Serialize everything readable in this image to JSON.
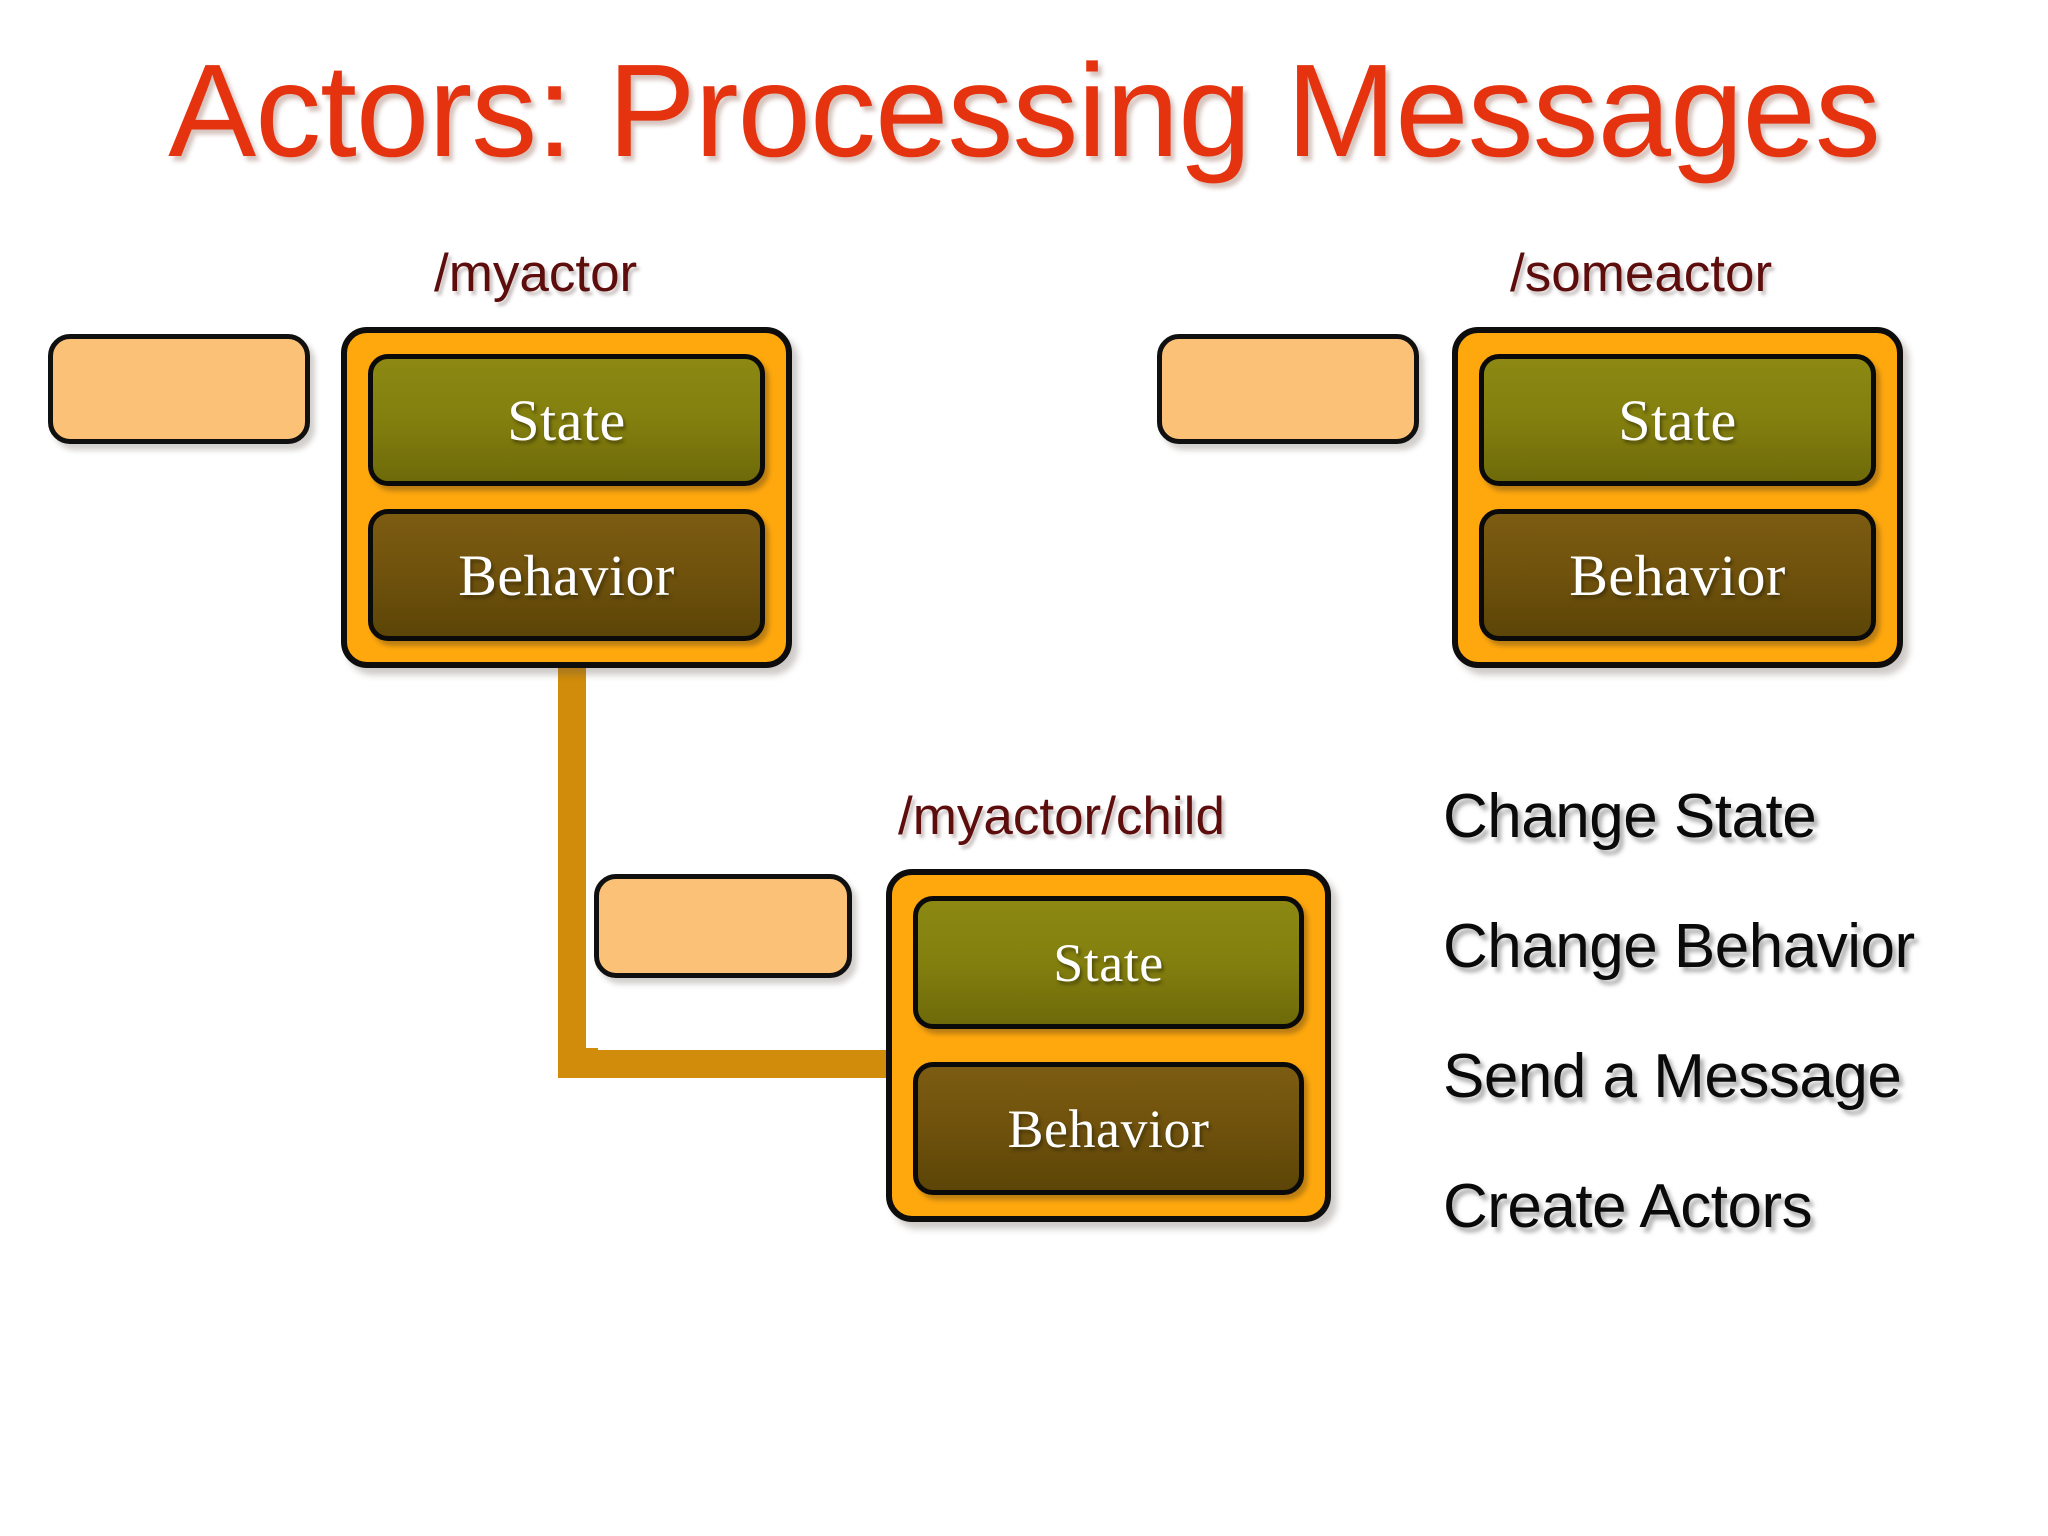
{
  "slide": {
    "title": "Actors: Processing Messages",
    "title_color": "#E5320F",
    "background_color": "#FFFFFF"
  },
  "colors": {
    "title_red": "#E5320F",
    "label_maroon": "#5E0D0D",
    "actor_orange": "#FFA80E",
    "mailbox_orange": "#FBC277",
    "state_olive": "#84800F",
    "behavior_brown": "#70520D",
    "connector_amber": "#D18C0B",
    "outline_black": "#0D0D0D",
    "slab_text_white": "#FFFFFF",
    "capability_text_black": "#0A0A0A"
  },
  "actors": [
    {
      "id": "myactor",
      "path_label": "/myactor",
      "mailbox_label": "",
      "state_label": "State",
      "behavior_label": "Behavior"
    },
    {
      "id": "someactor",
      "path_label": "/someactor",
      "mailbox_label": "",
      "state_label": "State",
      "behavior_label": "Behavior"
    },
    {
      "id": "myactor-child",
      "path_label": "/myactor/child",
      "mailbox_label": "",
      "state_label": "State",
      "behavior_label": "Behavior"
    }
  ],
  "capabilities": {
    "items": [
      {
        "label": "Change State"
      },
      {
        "label": "Change Behavior"
      },
      {
        "label": "Send a Message"
      },
      {
        "label": "Create Actors"
      }
    ]
  }
}
